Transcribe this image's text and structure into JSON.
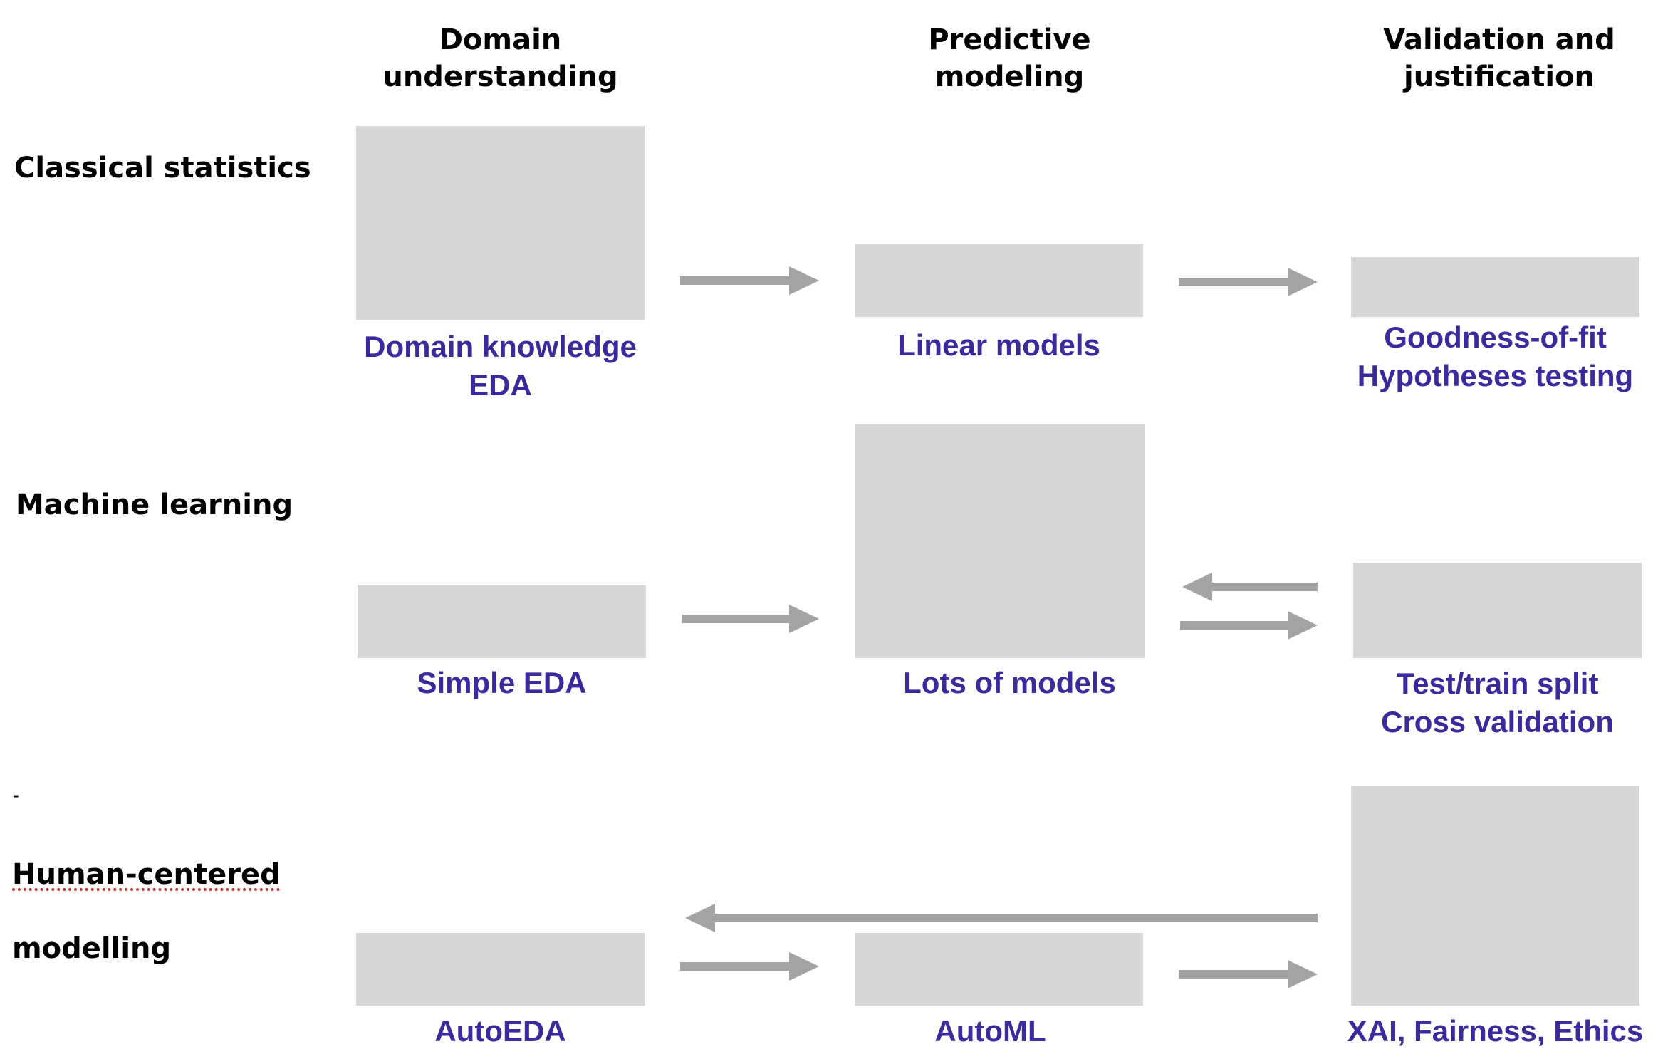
{
  "columns": [
    "Domain\nunderstanding",
    "Predictive\nmodeling",
    "Validation and\njustification"
  ],
  "rows": [
    {
      "label": "Classical statistics",
      "captions": [
        "Domain knowledge\nEDA",
        "Linear models",
        "Goodness-of-fit\nHypotheses testing"
      ]
    },
    {
      "label": "Machine learning",
      "captions": [
        "Simple EDA",
        "Lots of models",
        "Test/train split\nCross validation"
      ]
    },
    {
      "label_line1": "Human-centered",
      "label_line2": "modelling",
      "marker": "-",
      "captions": [
        "AutoEDA",
        "AutoML",
        "XAI, Fairness, Ethics"
      ]
    }
  ],
  "colors": {
    "box": "#d6d6d6",
    "arrow": "#a3a3a3",
    "caption": "#3b2a9e",
    "label": "#000000"
  }
}
